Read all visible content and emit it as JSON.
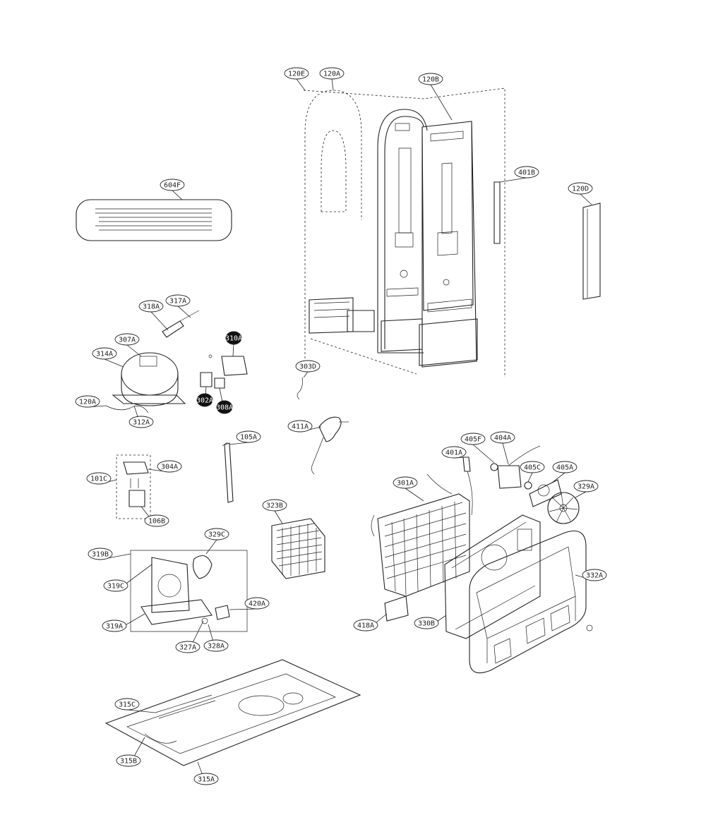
{
  "diagram": {
    "callouts": [
      {
        "id": "c-120e",
        "label": "120E"
      },
      {
        "id": "c-120a",
        "label": "120A"
      },
      {
        "id": "c-120b",
        "label": "120B"
      },
      {
        "id": "c-401b",
        "label": "401B"
      },
      {
        "id": "c-120d",
        "label": "120D"
      },
      {
        "id": "c-604f",
        "label": "604F"
      },
      {
        "id": "c-318a",
        "label": "318A"
      },
      {
        "id": "c-317a",
        "label": "317A"
      },
      {
        "id": "c-307a",
        "label": "307A"
      },
      {
        "id": "c-314a",
        "label": "314A"
      },
      {
        "id": "c-310a",
        "label": "310A"
      },
      {
        "id": "c-120a-2",
        "label": "120A"
      },
      {
        "id": "c-312a",
        "label": "312A"
      },
      {
        "id": "c-302a",
        "label": "302A"
      },
      {
        "id": "c-308a",
        "label": "308A"
      },
      {
        "id": "c-303d",
        "label": "303D"
      },
      {
        "id": "c-105a",
        "label": "105A"
      },
      {
        "id": "c-411a",
        "label": "411A"
      },
      {
        "id": "c-101c",
        "label": "101C"
      },
      {
        "id": "c-304a",
        "label": "304A"
      },
      {
        "id": "c-106b",
        "label": "106B"
      },
      {
        "id": "c-323b",
        "label": "323B"
      },
      {
        "id": "c-405f",
        "label": "405F"
      },
      {
        "id": "c-404a",
        "label": "404A"
      },
      {
        "id": "c-401a",
        "label": "401A"
      },
      {
        "id": "c-405c",
        "label": "405C"
      },
      {
        "id": "c-405a",
        "label": "405A"
      },
      {
        "id": "c-301a",
        "label": "301A"
      },
      {
        "id": "c-329a",
        "label": "329A"
      },
      {
        "id": "c-319b",
        "label": "319B"
      },
      {
        "id": "c-329c",
        "label": "329C"
      },
      {
        "id": "c-319c",
        "label": "319C"
      },
      {
        "id": "c-420a",
        "label": "420A"
      },
      {
        "id": "c-319a",
        "label": "319A"
      },
      {
        "id": "c-327a",
        "label": "327A"
      },
      {
        "id": "c-328a",
        "label": "328A"
      },
      {
        "id": "c-332a",
        "label": "332A"
      },
      {
        "id": "c-418a",
        "label": "418A"
      },
      {
        "id": "c-330b",
        "label": "330B"
      },
      {
        "id": "c-315c",
        "label": "315C"
      },
      {
        "id": "c-315b",
        "label": "315B"
      },
      {
        "id": "c-315a",
        "label": "315A"
      }
    ]
  }
}
